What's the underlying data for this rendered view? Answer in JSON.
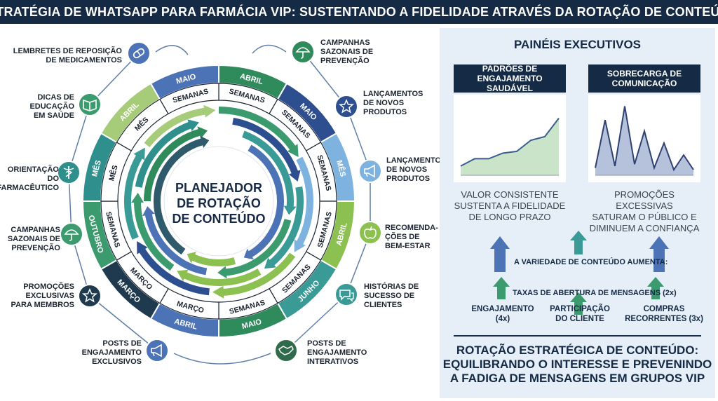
{
  "title": "ESTRATÉGIA DE WHATSAPP PARA FARMÁCIA VIP: SUSTENTANDO A FIDELIDADE ATRAVÉS DA ROTAÇÃO DE CONTEÚDO",
  "center": {
    "line1": "PLANEJADOR",
    "line2": "DE ROTAÇÃO",
    "line3": "DE CONTEÚDO"
  },
  "outer_ring": [
    {
      "label": "ABRIL",
      "color": "#2f8a5c"
    },
    {
      "label": "MAIO",
      "color": "#2e4f8f"
    },
    {
      "label": "MÊS",
      "color": "#7fb3df"
    },
    {
      "label": "ABRIL",
      "color": "#8cc152"
    },
    {
      "label": "JUNHO",
      "color": "#3a9a96"
    },
    {
      "label": "MAIO",
      "color": "#2f8a5c"
    },
    {
      "label": "ABRIL",
      "color": "#4b73b5"
    },
    {
      "label": "MARÇO",
      "color": "#1f3a4f"
    },
    {
      "label": "OUTUBRO",
      "color": "#3c9b6e"
    },
    {
      "label": "MÊS",
      "color": "#2f8f8d"
    },
    {
      "label": "ABRIL",
      "color": "#a6cc7a"
    },
    {
      "label": "MAIO",
      "color": "#4b73b5"
    }
  ],
  "inner_ring": [
    "SEMANAS",
    "SEMANAS",
    "SEMANAS",
    "SEMANAS",
    "SEMANAS",
    "SEMANAS",
    "MARÇO",
    "MARÇO",
    "SEMANAS",
    "MÊS",
    "MÊS",
    "SEMANAS"
  ],
  "nodes": [
    {
      "icon": "pill-icon",
      "color": "#4b73b5",
      "label": [
        "LEMBRETES DE REPOSIÇÃO",
        "DE MEDICAMENTOS"
      ]
    },
    {
      "icon": "book-icon",
      "color": "#3c9b6e",
      "label": [
        "DICAS DE",
        "EDUCAÇÃO",
        "EM SAÚDE"
      ]
    },
    {
      "icon": "caduceus-icon",
      "color": "#2f8f8d",
      "label": [
        "ORIENTAÇÃO DO",
        "FARMACÊUTICO"
      ]
    },
    {
      "icon": "umbrella-icon",
      "color": "#3c9b6e",
      "label": [
        "CAMPANHAS",
        "SAZONAIS DE",
        "PREVENÇÃO"
      ]
    },
    {
      "icon": "star-icon",
      "color": "#1f3a4f",
      "label": [
        "PROMOÇÕES",
        "EXCLUSIVAS",
        "PARA MEMBROS"
      ]
    },
    {
      "icon": "megaphone-icon",
      "color": "#4b73b5",
      "label": [
        "POSTS DE",
        "ENGAJAMENTO",
        "EXCLUSIVOS"
      ]
    },
    {
      "icon": "umbrella-icon",
      "color": "#2f8a5c",
      "label": [
        "CAMPANHAS",
        "SAZONAIS DE",
        "PREVENÇÃO"
      ]
    },
    {
      "icon": "star-icon",
      "color": "#2e4f8f",
      "label": [
        "LANÇAMENTOS",
        "DE NOVOS",
        "PRODUTOS"
      ]
    },
    {
      "icon": "megaphone-icon",
      "color": "#7fb3df",
      "label": [
        "LANÇAMENTOS",
        "DE NOVOS",
        "PRODUTOS"
      ]
    },
    {
      "icon": "apple-icon",
      "color": "#8cc152",
      "label": [
        "RECOMENDA-",
        "ÇÕES DE",
        "BEM-ESTAR"
      ]
    },
    {
      "icon": "chat-icon",
      "color": "#3a9a96",
      "label": [
        "HISTÓRIAS DE",
        "SUCESSO DE",
        "CLIENTES"
      ]
    },
    {
      "icon": "handshake-icon",
      "color": "#2f6b4a",
      "label": [
        "POSTS DE",
        "ENGAJAMENTO",
        "INTERATIVOS"
      ]
    }
  ],
  "panel": {
    "title": "PAINÉIS EXECUTIVOS",
    "healthy": {
      "heading": [
        "PADRÕES DE ENGAJAMENTO",
        "SAUDÁVEL"
      ],
      "caption": [
        "VALOR CONSISTENTE",
        "SUSTENTA A FIDELIDADE",
        "DE LONGO PRAZO"
      ],
      "values": [
        10,
        18,
        18,
        24,
        26,
        38,
        42,
        62
      ]
    },
    "overload": {
      "heading": [
        "SOBRECARGA DE",
        "COMUNICAÇÃO"
      ],
      "caption": [
        "PROMOÇÕES EXCESSIVAS",
        "SATURAM O PÚBLICO E",
        "DIMINUEM A CONFIANÇA"
      ],
      "values": [
        8,
        60,
        10,
        75,
        12,
        48,
        8,
        35,
        6,
        22,
        6
      ]
    },
    "variety_label": "A VARIEDADE DE CONTEÚDO AUMENTA:",
    "open_rates_label": "TAXAS DE ABERTURA DE MENSAGENS (2x)",
    "metrics": [
      {
        "line1": "ENGAJAMENTO",
        "line2": "(4x)"
      },
      {
        "line1": "PARTICIPAÇÃO",
        "line2": "DO CLIENTE"
      },
      {
        "line1": "COMPRAS",
        "line2": "RECORRENTES (3x)"
      }
    ],
    "footer": [
      "ROTAÇÃO ESTRATÉGICA DE CONTEÚDO:",
      "EQUILIBRANDO O INTERESSE E PREVENINDO",
      "A FADIGA DE MENSAGENS EM GRUPOS VIP"
    ]
  }
}
